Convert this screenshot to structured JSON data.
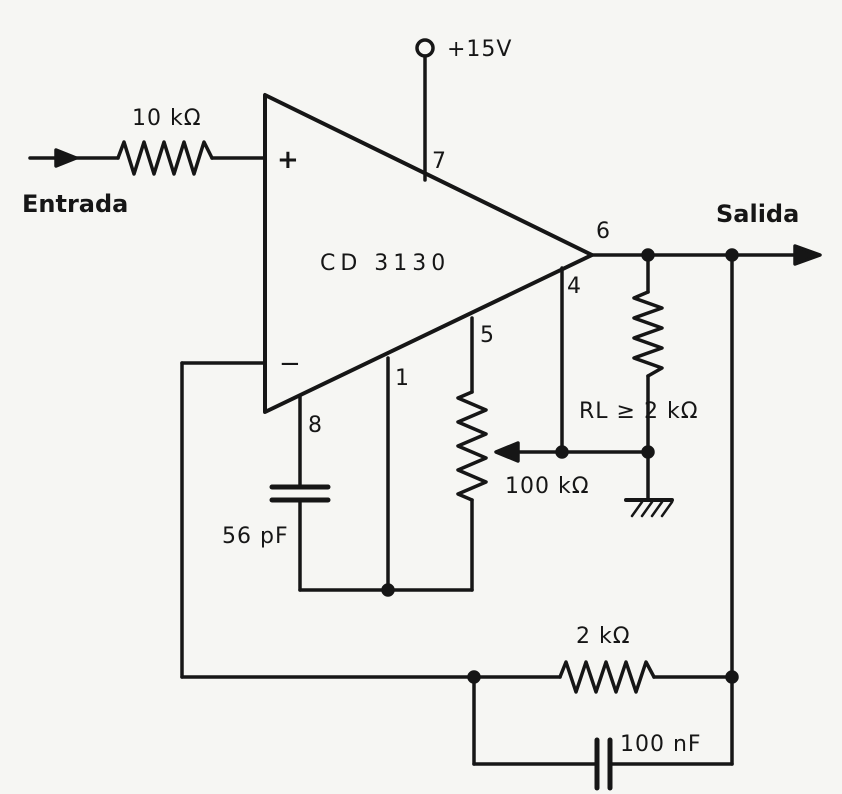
{
  "supply": {
    "label": "+15V"
  },
  "input": {
    "label": "Entrada"
  },
  "output": {
    "label": "Salida"
  },
  "opamp": {
    "part": "CD 3130",
    "plus": "+",
    "minus": "−",
    "pins": {
      "p1": "1",
      "p4": "4",
      "p5": "5",
      "p6": "6",
      "p7": "7",
      "p8": "8"
    }
  },
  "components": {
    "r_input": "10 kΩ",
    "c_comp": "56 pF",
    "pot": "100 kΩ",
    "r_load": "RL ≥ 2 kΩ",
    "r_feedback": "2 kΩ",
    "c_feedback": "100 nF"
  },
  "colors": {
    "ink": "#161616",
    "paper": "#f6f6f3"
  }
}
